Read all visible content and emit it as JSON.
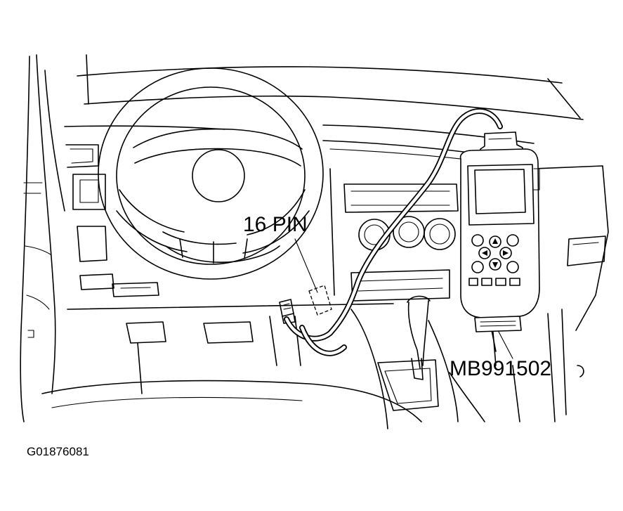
{
  "labels": {
    "connector": "16 PIN",
    "tool": "MB991502",
    "figure_id": "G01876081"
  },
  "colors": {
    "line": "#000000",
    "background": "#ffffff"
  }
}
